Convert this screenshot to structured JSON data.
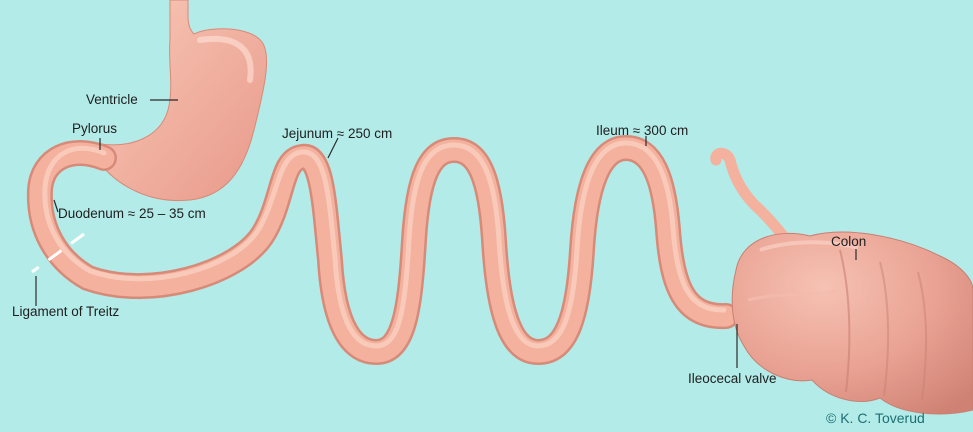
{
  "diagram": {
    "labels": {
      "ventricle": "Ventricle",
      "pylorus": "Pylorus",
      "duodenum": "Duodenum ≈  25 – 35 cm",
      "ligament": "Ligament of Treitz",
      "jejunum": "Jejunum ≈ 250 cm",
      "ileum": "Ileum ≈ 300 cm",
      "colon": "Colon",
      "ileocecal_valve": "Ileocecal valve"
    },
    "credit": "© K. C. Toverud"
  },
  "colors": {
    "background": "#b3ebe8",
    "tissue": "#f3b19e",
    "tissue_highlight": "#fbd3c3",
    "tissue_shadow": "#d88a78",
    "colon": "#e99e90",
    "leader_line": "#2a2a2a",
    "ligament_marker": "#ffffff",
    "credit_text": "#1d6f73"
  }
}
